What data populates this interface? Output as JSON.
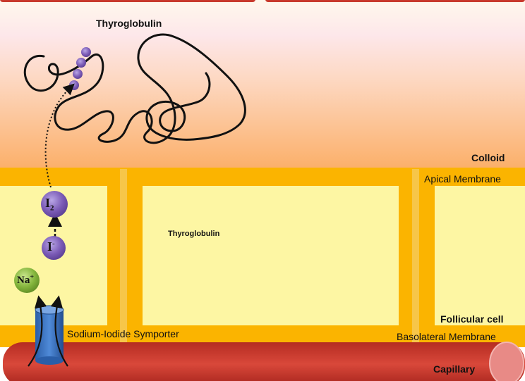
{
  "labels": {
    "top_thyroglobulin": "Thyroglobulin",
    "colloid": "Colloid",
    "apical_membrane": "Apical Membrane",
    "cell_thyroglobulin": "Thyroglobulin",
    "follicular_cell": "Follicular cell",
    "sodium_iodide_symporter": "Sodium-Iodide Symporter",
    "basolateral_membrane": "Basolateral Membrane",
    "capillary": "Capillary"
  },
  "ions": {
    "iodine": {
      "base": "I",
      "sub": "2"
    },
    "iodide": {
      "base": "I",
      "sup": "-"
    },
    "sodium": {
      "base": "Na",
      "sup": "+"
    }
  },
  "colors": {
    "colloid_top": "#fff7ef",
    "colloid_mid": "#fde2e6",
    "colloid_bottom": "#fbb26a",
    "membrane_orange": "#fbb400",
    "cell_yellow": "#fdf6a3",
    "capillary_red": "#c83a2c",
    "ion_purple": "#7d5cb8",
    "ion_green": "#7fb33a",
    "channel_blue": "#3a75c4"
  }
}
